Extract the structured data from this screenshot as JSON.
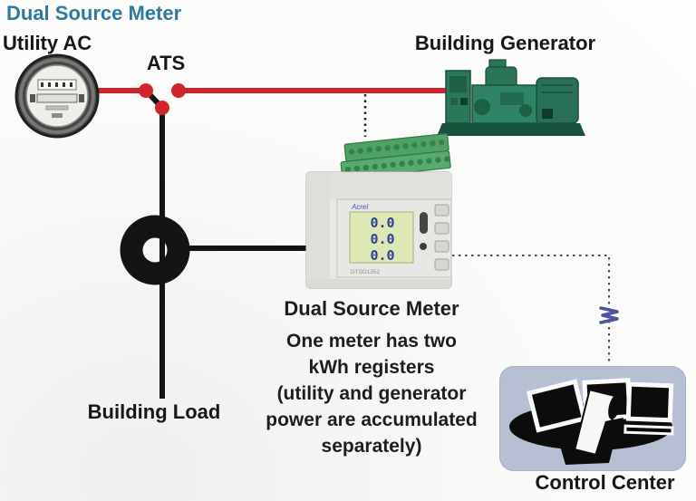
{
  "title": "Dual Source Meter",
  "colors": {
    "title_blue": "#31789f",
    "wire_red": "#d2232a",
    "wire_black": "#141414",
    "comm_symbol_blue": "#4a54a0",
    "control_box_bg": "#b6bfd4",
    "generator_green": "#2f8465",
    "terminal_green": "#57ab6c",
    "lcd_bg": "#dde8b2",
    "lcd_digit_blue": "#2b3f96"
  },
  "nodes": {
    "utility": {
      "label": "Utility AC"
    },
    "ats": {
      "label": "ATS"
    },
    "generator": {
      "label": "Building Generator"
    },
    "load": {
      "label": "Building Load"
    },
    "meter": {
      "label": "Dual Source Meter",
      "brand": "Acrel",
      "model": "DTSD1352",
      "lcd_lines": [
        "0.0",
        "0.0",
        "0.0"
      ]
    },
    "control_center": {
      "label": "Control Center"
    }
  },
  "annotation": {
    "text": "One meter has two\nkWh registers\n(utility and generator\npower are accumulated\nseparately)"
  }
}
